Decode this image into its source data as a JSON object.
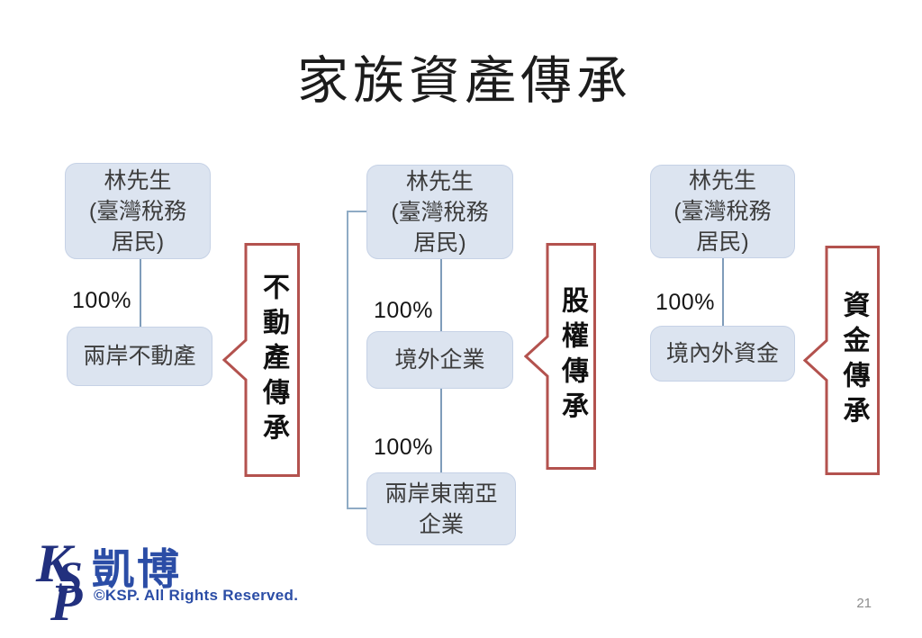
{
  "slide": {
    "title": "家族資產傳承",
    "page_number": "21"
  },
  "columns": [
    {
      "person": "林先生\n(臺灣稅務\n居民)",
      "ownership": [
        "100%"
      ],
      "assets": [
        "兩岸不動產"
      ],
      "callout": "不動產傳承"
    },
    {
      "person": "林先生\n(臺灣稅務\n居民)",
      "ownership": [
        "100%",
        "100%"
      ],
      "assets": [
        "境外企業",
        "兩岸東南亞\n企業"
      ],
      "callout": "股權傳承"
    },
    {
      "person": "林先生\n(臺灣稅務\n居民)",
      "ownership": [
        "100%"
      ],
      "assets": [
        "境內外資金"
      ],
      "callout": "資金傳承"
    }
  ],
  "footer": {
    "monogram": [
      "K",
      "S",
      "P"
    ],
    "brand": "凱博",
    "copyright": "©KSP. All Rights Reserved."
  },
  "colors": {
    "box_fill": "#dce4f0",
    "box_border": "#c6d2e6",
    "connector_blue_gray": "#7f9cba",
    "callout_border_red": "#b3524e",
    "callout_text": "#111111",
    "logo_blue": "#2b4da6",
    "monogram_navy": "#22307e",
    "title_black": "#1c1c1c",
    "page_number_gray": "#8c8c8c"
  }
}
